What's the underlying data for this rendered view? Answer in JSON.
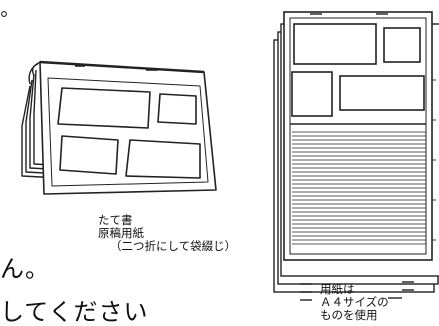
{
  "document": {
    "fragment_mark": "。",
    "body_lines": [
      "ん。",
      "してください"
    ],
    "caption_left": [
      "たて書",
      "原稿用紙",
      "（二つ折にして袋綴じ）"
    ],
    "caption_right": [
      "用紙は",
      "Ａ４サイズの",
      "ものを使用"
    ]
  }
}
